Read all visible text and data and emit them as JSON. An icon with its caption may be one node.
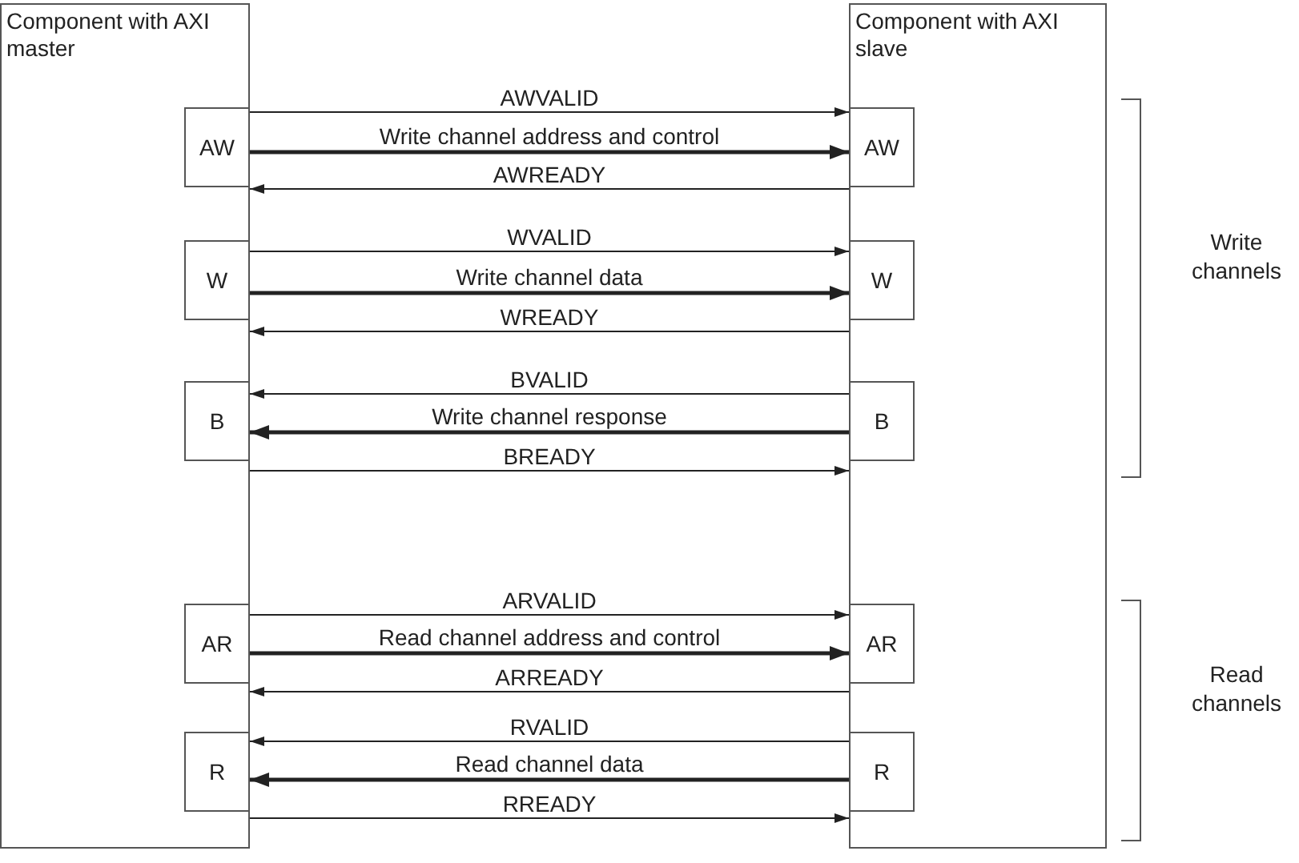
{
  "diagram": {
    "nodes": [
      {
        "text": [
          "Component with AXI master"
        ]
      },
      {
        "text": [
          "AW"
        ],
        "in": 0
      },
      {
        "text": [
          "W"
        ],
        "in": 0
      },
      {
        "text": [
          "B"
        ],
        "in": 0
      },
      {
        "text": [
          "AR"
        ],
        "in": 0
      },
      {
        "text": [
          "R"
        ],
        "in": 0
      },
      {
        "text": [
          "Component with AXI slave"
        ]
      },
      {
        "text": [
          "AW"
        ],
        "in": 6
      },
      {
        "text": [
          "W"
        ],
        "in": 6
      },
      {
        "text": [
          "B"
        ],
        "in": 6
      },
      {
        "text": [
          "AR"
        ],
        "in": 6
      },
      {
        "text": [
          "R"
        ],
        "in": 6
      }
    ],
    "edges": [
      {
        "from": 1,
        "to": 7,
        "arrow": "to",
        "label": "AWVALID"
      },
      {
        "from": 1,
        "to": 7,
        "arrow": "to",
        "label": "Write channel address and control",
        "style": "thick"
      },
      {
        "from": 7,
        "to": 1,
        "arrow": "to",
        "label": "AWREADY"
      },
      {
        "from": 2,
        "to": 8,
        "arrow": "to",
        "label": "WVALID"
      },
      {
        "from": 2,
        "to": 8,
        "arrow": "to",
        "label": "Write channel data",
        "style": "thick"
      },
      {
        "from": 8,
        "to": 2,
        "arrow": "to",
        "label": "WREADY"
      },
      {
        "from": 9,
        "to": 3,
        "arrow": "to",
        "label": "BVALID"
      },
      {
        "from": 9,
        "to": 3,
        "arrow": "to",
        "label": "Write channel response",
        "style": "thick"
      },
      {
        "from": 3,
        "to": 9,
        "arrow": "to",
        "label": "BREADY"
      },
      {
        "from": 4,
        "to": 10,
        "arrow": "to",
        "label": "ARVALID"
      },
      {
        "from": 4,
        "to": 10,
        "arrow": "to",
        "label": "Read channel address and control",
        "style": "thick"
      },
      {
        "from": 10,
        "to": 4,
        "arrow": "to",
        "label": "ARREADY"
      },
      {
        "from": 11,
        "to": 5,
        "arrow": "to",
        "label": "RVALID"
      },
      {
        "from": 11,
        "to": 5,
        "arrow": "to",
        "label": "Read channel data",
        "style": "thick"
      },
      {
        "from": 5,
        "to": 11,
        "arrow": "to",
        "label": "RREADY"
      }
    ],
    "labels": [
      "Write channels",
      "Read channels"
    ]
  }
}
